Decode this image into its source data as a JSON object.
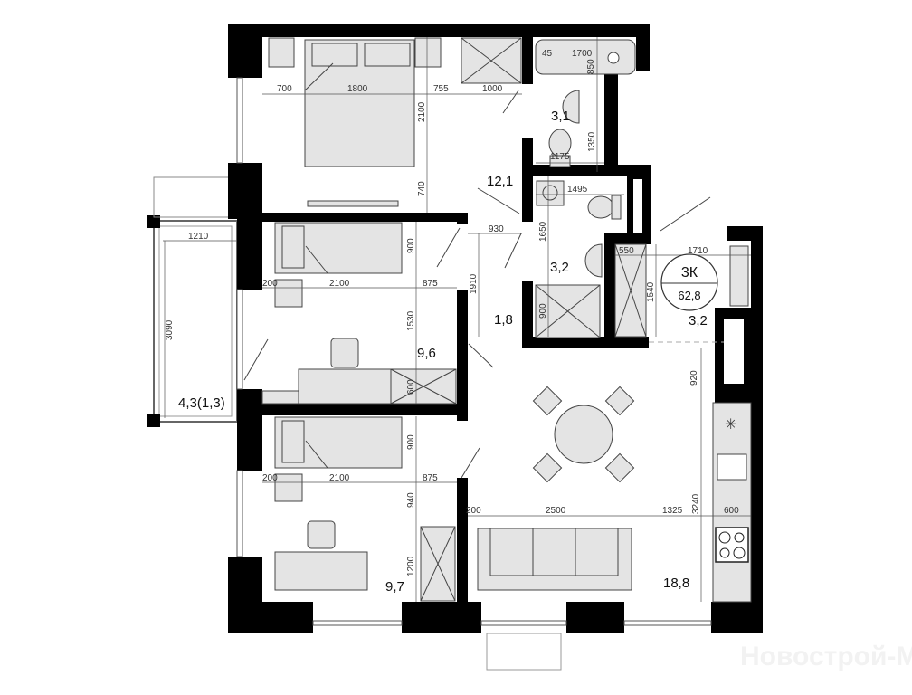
{
  "plan": {
    "summary": {
      "rooms": "3К",
      "total_area": "62,8"
    },
    "areas": {
      "bedroom": "12,1",
      "bathroom": "3,1",
      "shower_room": "3,2",
      "hall": "1,8",
      "entry": "3,2",
      "room_2": "9,6",
      "room_3": "9,7",
      "kitchen_living": "18,8",
      "balcony": "4,3(1,3)"
    },
    "dimensions": [
      "700",
      "1800",
      "755",
      "1000",
      "2100",
      "740",
      "45",
      "1700",
      "850",
      "1350",
      "1175",
      "1495",
      "1650",
      "930",
      "1910",
      "550",
      "1710",
      "1540",
      "900",
      "1210",
      "3090",
      "200",
      "2100",
      "875",
      "900",
      "1530",
      "600",
      "200",
      "2100",
      "875",
      "900",
      "940",
      "1200",
      "920",
      "200",
      "2500",
      "1325",
      "3240",
      "600"
    ],
    "watermark": "Новострой-М"
  }
}
